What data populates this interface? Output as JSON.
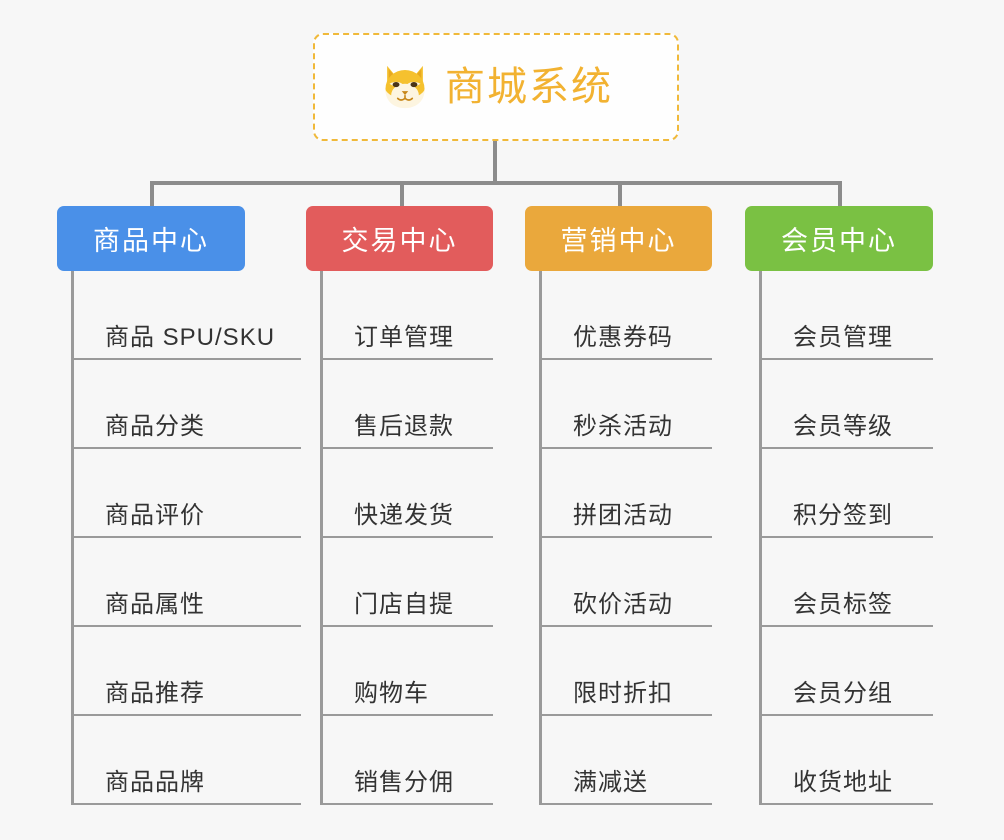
{
  "page": {
    "background_color": "#f7f7f7",
    "type": "organization-chart"
  },
  "root": {
    "title": "商城系统",
    "icon": "shiba-dog-face-icon",
    "text_color": "#f2b231",
    "border_color": "#f0b93a",
    "background_color": "#fefefe"
  },
  "columns": [
    {
      "header": "商品中心",
      "color": "#4a90e8",
      "items": [
        "商品 SPU/SKU",
        "商品分类",
        "商品评价",
        "商品属性",
        "商品推荐",
        "商品品牌"
      ]
    },
    {
      "header": "交易中心",
      "color": "#e25c5c",
      "items": [
        "订单管理",
        "售后退款",
        "快递发货",
        "门店自提",
        "购物车",
        "销售分佣"
      ]
    },
    {
      "header": "营销中心",
      "color": "#eaa83c",
      "items": [
        "优惠券码",
        "秒杀活动",
        "拼团活动",
        "砍价活动",
        "限时折扣",
        "满减送"
      ]
    },
    {
      "header": "会员中心",
      "color": "#7ac143",
      "items": [
        "会员管理",
        "会员等级",
        "积分签到",
        "会员标签",
        "会员分组",
        "收货地址"
      ]
    }
  ],
  "connector": {
    "color": "#8c8c8c"
  }
}
